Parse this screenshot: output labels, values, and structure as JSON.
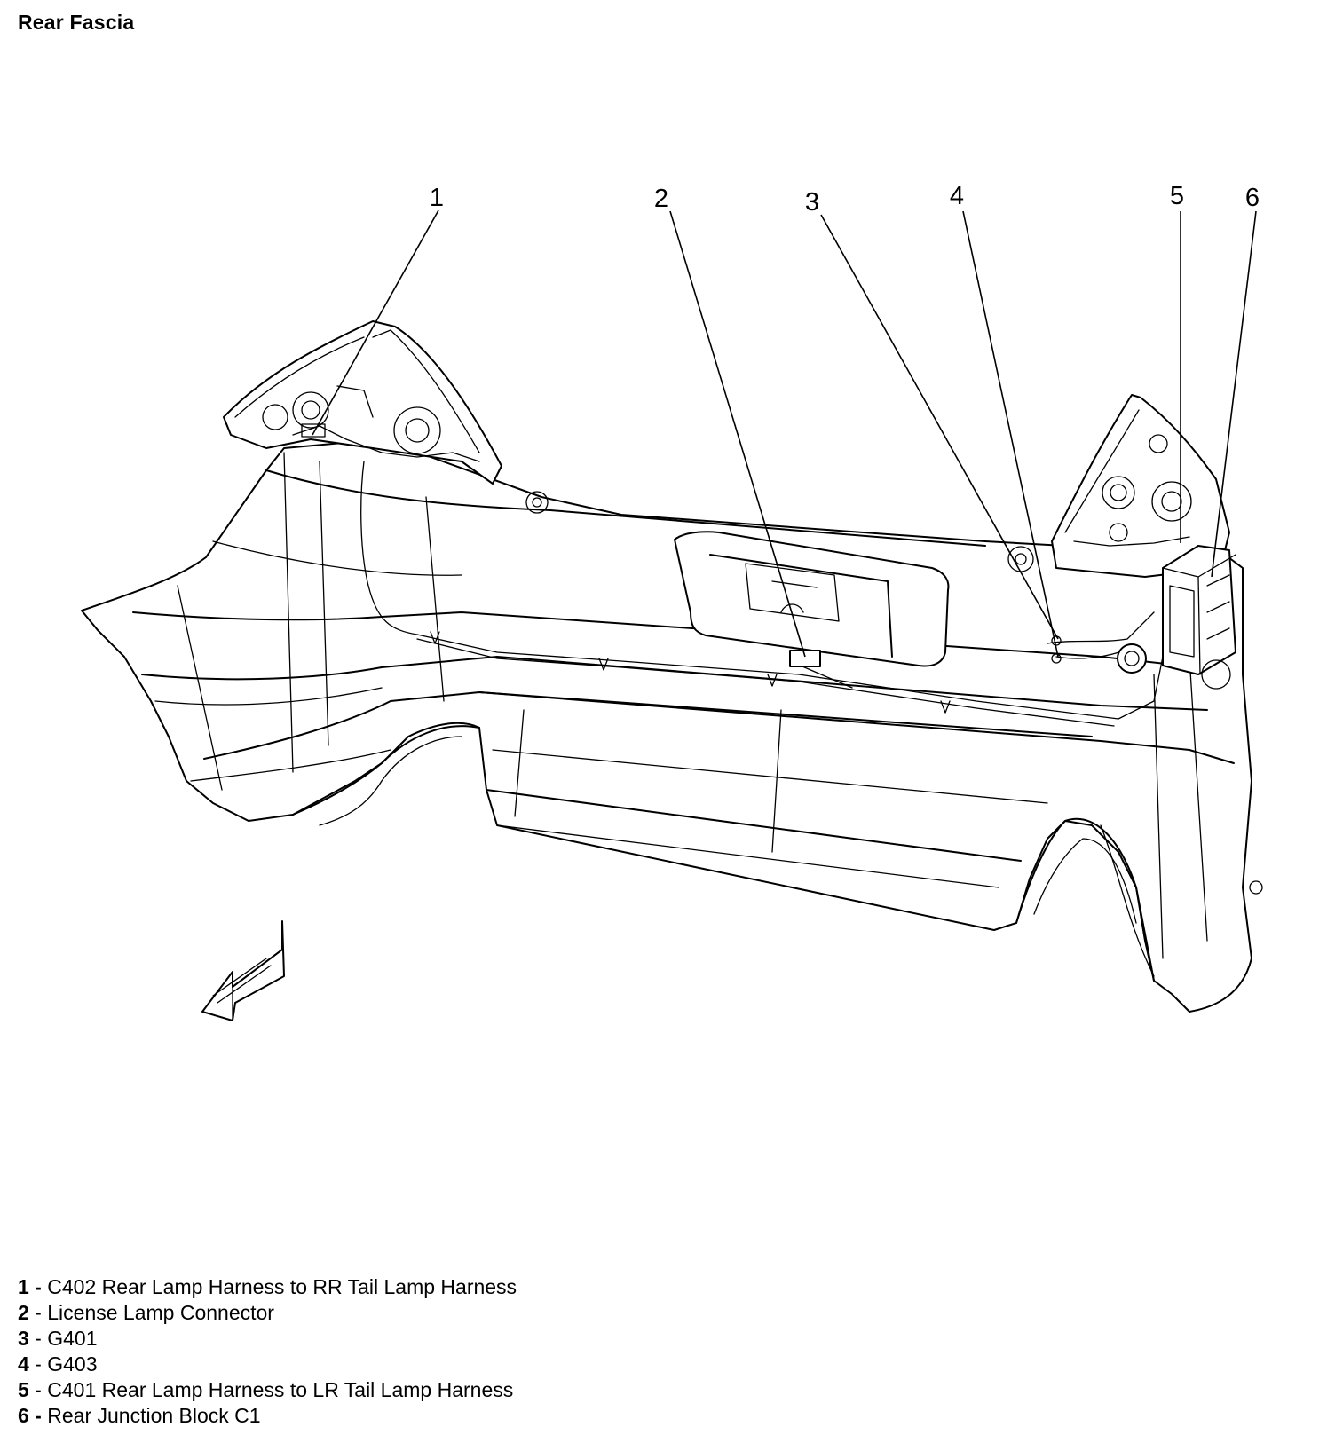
{
  "title": "Rear Fascia",
  "callouts": [
    {
      "id": "1",
      "label": "1"
    },
    {
      "id": "2",
      "label": "2"
    },
    {
      "id": "3",
      "label": "3"
    },
    {
      "id": "4",
      "label": "4"
    },
    {
      "id": "5",
      "label": "5"
    },
    {
      "id": "6",
      "label": "6"
    }
  ],
  "legend": [
    {
      "num": "1",
      "sep": " - ",
      "text": "C402 Rear Lamp Harness to RR Tail Lamp Harness",
      "num_bold": true
    },
    {
      "num": "2",
      "sep": " - ",
      "text": "License Lamp Connector",
      "num_bold": true
    },
    {
      "num": "3",
      "sep": " - ",
      "text": "G401",
      "num_bold": true
    },
    {
      "num": "4",
      "sep": " - ",
      "text": "G403",
      "num_bold": true
    },
    {
      "num": "5",
      "sep": " - ",
      "text": "C401 Rear Lamp Harness to LR Tail Lamp Harness",
      "num_bold": true
    },
    {
      "num": "6",
      "sep": " - ",
      "text": "Rear Junction Block C1",
      "num_bold": true
    }
  ],
  "icons": {
    "direction_arrow": "forward-direction-arrow-icon"
  }
}
